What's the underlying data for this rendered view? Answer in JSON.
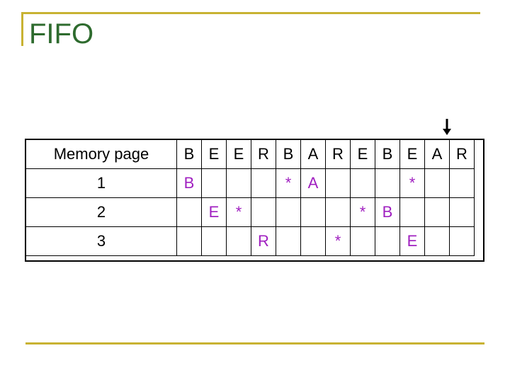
{
  "slide": {
    "title": "FIFO"
  },
  "table": {
    "header_label": "Memory page",
    "reference_string": [
      "B",
      "E",
      "E",
      "R",
      "B",
      "A",
      "R",
      "E",
      "B",
      "E",
      "A",
      "R"
    ],
    "rows": [
      {
        "label": "1",
        "cells": [
          "B",
          "",
          "",
          "",
          "*",
          "A",
          "",
          "",
          "",
          "*",
          "",
          ""
        ]
      },
      {
        "label": "2",
        "cells": [
          "",
          "E",
          "*",
          "",
          "",
          "",
          "",
          "*",
          "B",
          "",
          "",
          ""
        ]
      },
      {
        "label": "3",
        "cells": [
          "",
          "",
          "",
          "R",
          "",
          "",
          "*",
          "",
          "",
          "E",
          "",
          ""
        ]
      }
    ]
  },
  "colors": {
    "title": "#2e6b2e",
    "rule": "#c8b232",
    "page_entries": "#a020c0"
  },
  "icons": {
    "pointer": "down-arrow-icon"
  }
}
